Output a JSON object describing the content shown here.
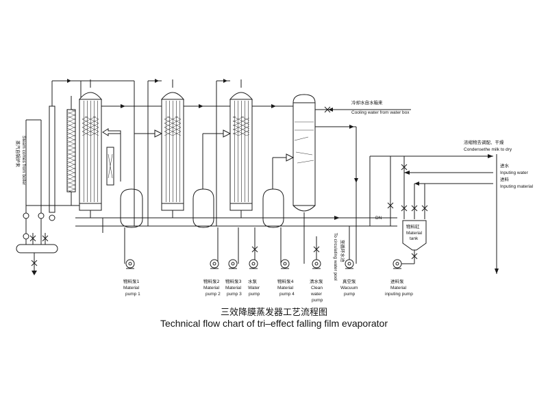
{
  "caption": {
    "title_cn": "三效降膜蒸发器工艺流程图",
    "title_en": "Technical flow chart of tri–effect falling film evaporator"
  },
  "labels": {
    "steam_cn": "蒸汽自锅炉来",
    "steam_en": "Steam comes from boiler",
    "cooling_cn": "冷却水自水箱来",
    "cooling_en": "Cooling water from water box",
    "condense_cn": "浓缩物去调配、干燥",
    "condense_en": "Condensethe milk to dry",
    "water_in_cn": "进水",
    "water_in_en": "Inputing water",
    "material_in_cn": "进料",
    "material_in_en": "Inputing material",
    "tank_cn": "物料缸",
    "tank_en1": "Material",
    "tank_en2": "tank",
    "pool_cn": "至循环水池",
    "pool_en": "To circulating water pool",
    "pump1_cn": "物料泵1",
    "pump1_en1": "Material",
    "pump1_en2": "pump 1",
    "pump2_cn": "物料泵2",
    "pump2_en1": "Material",
    "pump2_en2": "pump 2",
    "pump3_cn": "物料泵3",
    "pump3_en1": "Material",
    "pump3_en2": "pump 3",
    "water_pump_cn": "水泵",
    "water_pump_en1": "Water",
    "water_pump_en2": "pump",
    "pump4_cn": "物料泵4",
    "pump4_en1": "Material",
    "pump4_en2": "pump 4",
    "clean_pump_cn": "清水泵",
    "clean_pump_en1": "Clean",
    "clean_pump_en2": "water",
    "clean_pump_en3": "pump",
    "vacuum_pump_cn": "真空泵",
    "vacuum_pump_en1": "Wacuum",
    "vacuum_pump_en2": "pump",
    "input_pump_cn": "进料泵",
    "input_pump_en1": "Material",
    "input_pump_en2": "inputing pump"
  }
}
